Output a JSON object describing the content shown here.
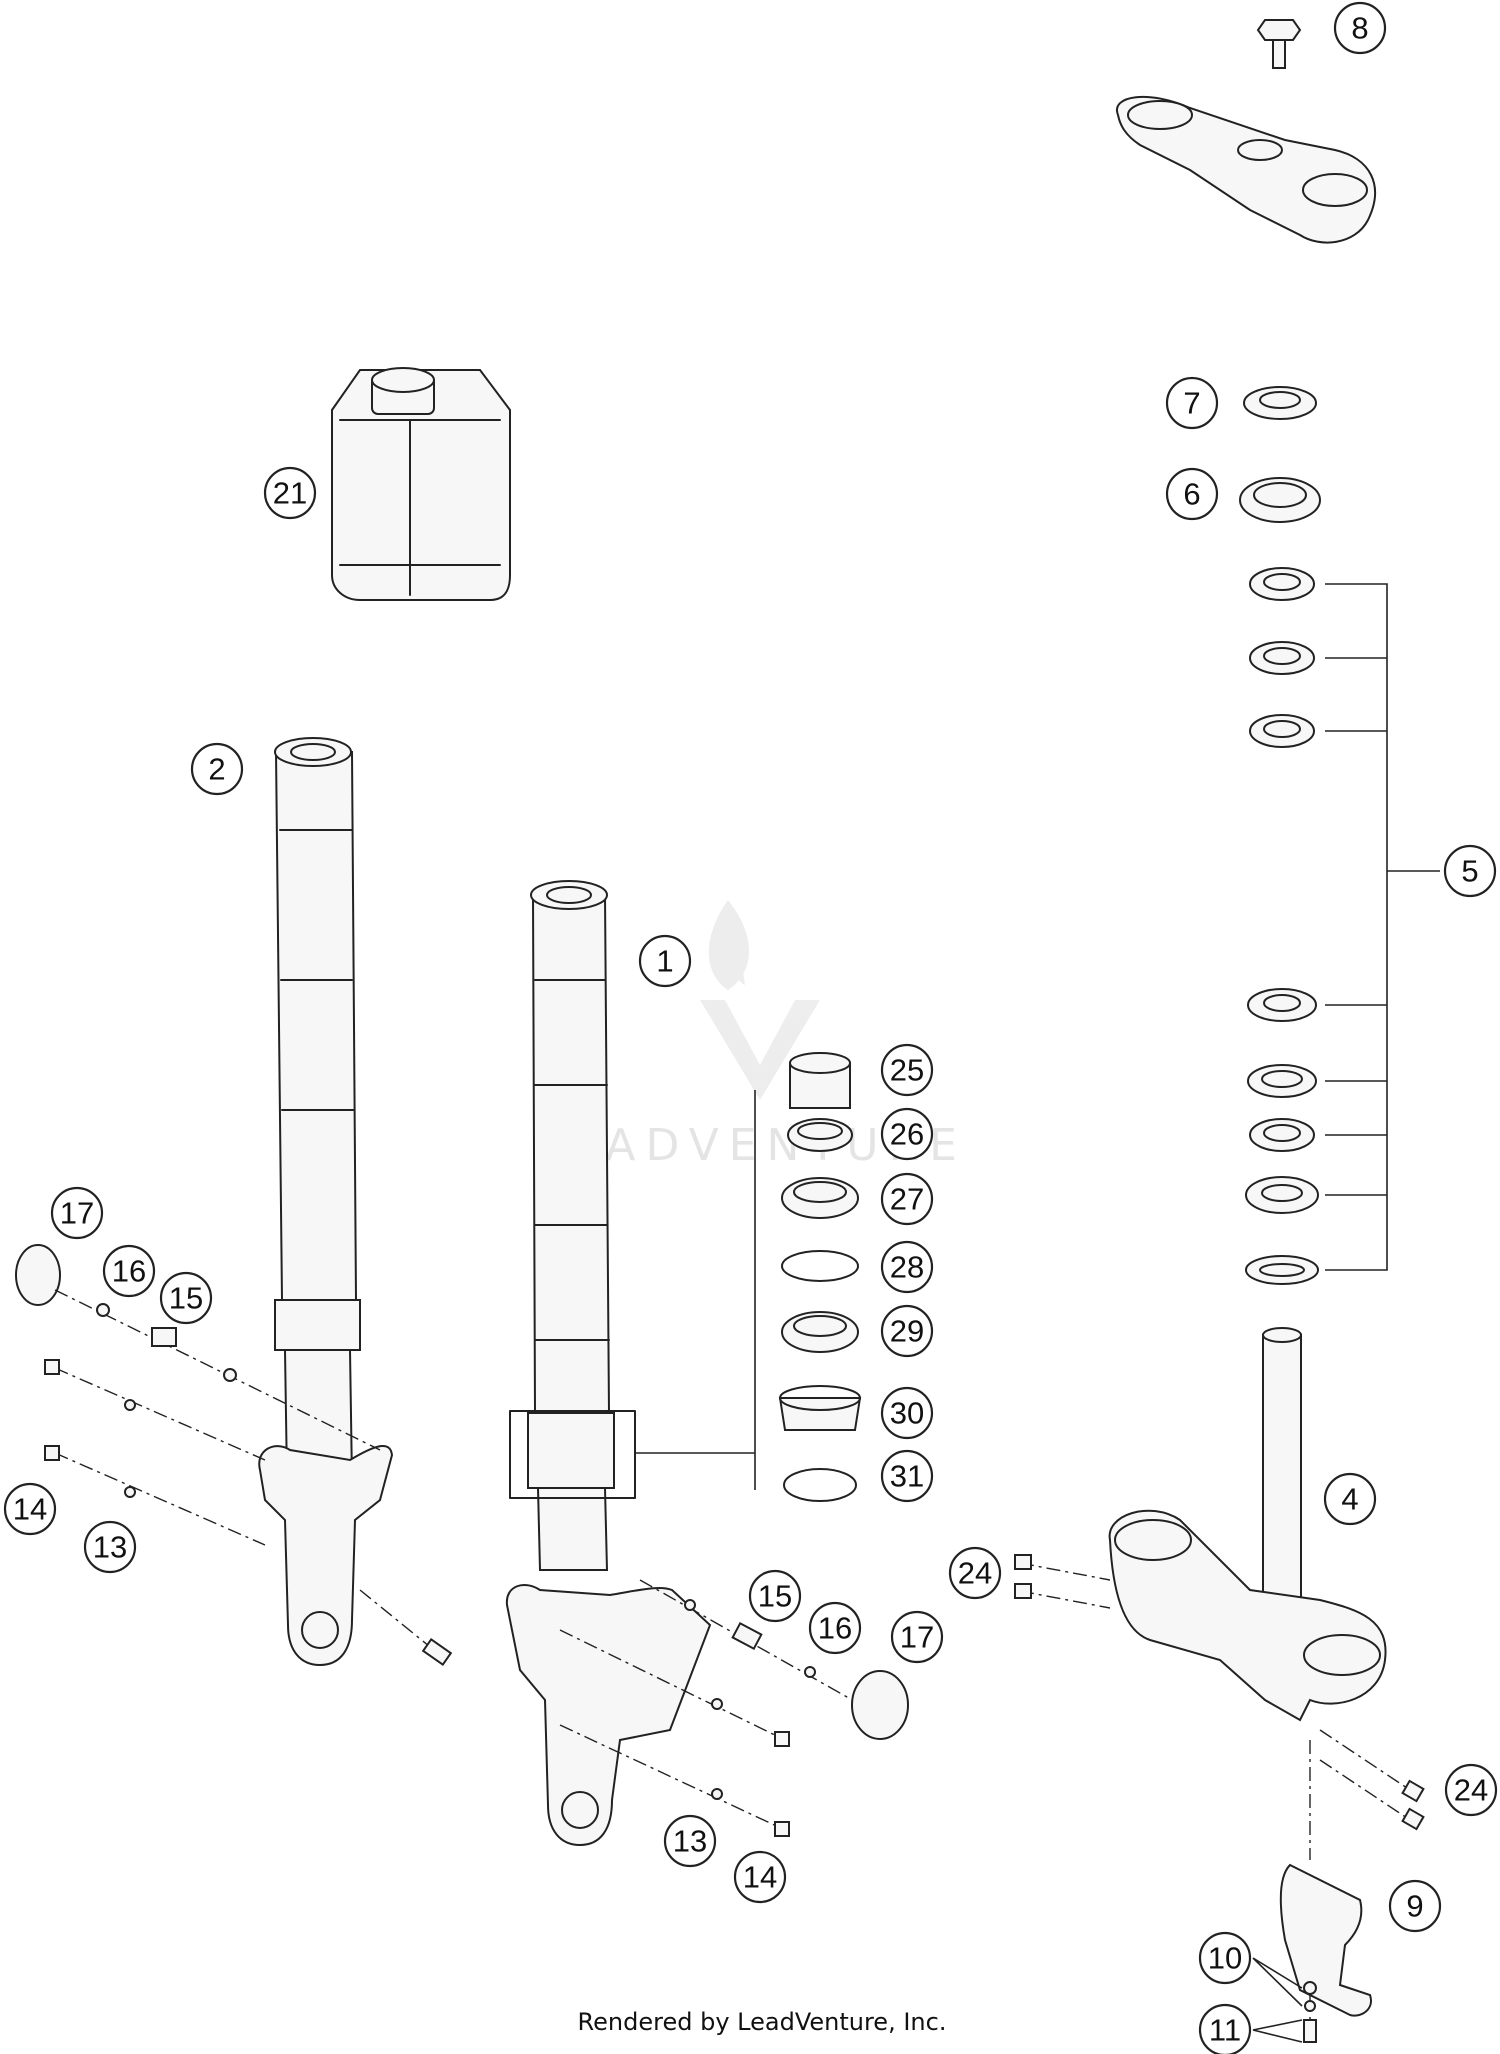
{
  "diagram": {
    "callouts": [
      "1",
      "2",
      "4",
      "5",
      "6",
      "7",
      "8",
      "9",
      "10",
      "11",
      "13",
      "14",
      "15",
      "16",
      "17",
      "21",
      "24",
      "25",
      "26",
      "27",
      "28",
      "29",
      "30",
      "31"
    ]
  },
  "watermark": {
    "text": "LEADVENTURE"
  },
  "footer": {
    "text": "Rendered by LeadVenture, Inc."
  }
}
